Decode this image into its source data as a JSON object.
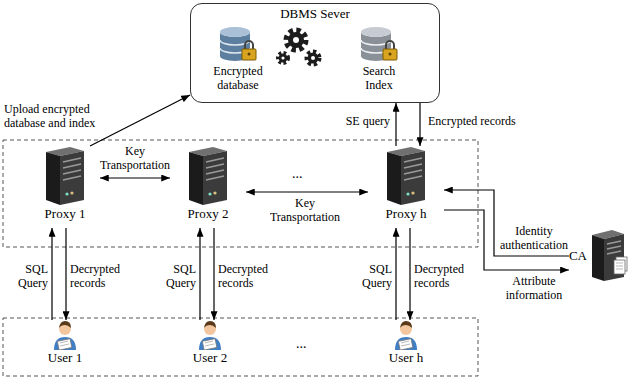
{
  "diagram": {
    "nodes": [
      {
        "text": [
          "DBMS Sever"
        ]
      },
      {
        "text": [
          "Encrypted database"
        ],
        "in": 0
      },
      {
        "text": [
          "Search Index"
        ],
        "in": 0
      },
      {
        "text": [
          "Proxy 1"
        ]
      },
      {
        "text": [
          "Proxy 2"
        ]
      },
      {
        "text": [
          "Proxy  h"
        ]
      },
      {
        "text": [
          "CA"
        ]
      },
      {
        "text": [
          "User 1"
        ]
      },
      {
        "text": [
          "User 2"
        ]
      },
      {
        "text": [
          "User h"
        ]
      }
    ],
    "edges": [
      {
        "from": 3,
        "to": 0,
        "label": "Upload encrypted database and index",
        "arrow": "to"
      },
      {
        "from": 3,
        "to": 4,
        "label": "Key Transportation",
        "arrow": "both"
      },
      {
        "from": 4,
        "to": 5,
        "label": "Key Transportation",
        "arrow": "both"
      },
      {
        "from": 5,
        "to": 0,
        "label": "SE query",
        "arrow": "to"
      },
      {
        "from": 0,
        "to": 5,
        "label": "Encrypted records",
        "arrow": "to"
      },
      {
        "from": 6,
        "to": 5,
        "label": "Identity authentication",
        "arrow": "to"
      },
      {
        "from": 5,
        "to": 6,
        "label": "Attribute information",
        "arrow": "to"
      },
      {
        "from": 7,
        "to": 3,
        "label": "SQL Query",
        "arrow": "to"
      },
      {
        "from": 3,
        "to": 7,
        "label": "Decrypted records",
        "arrow": "to"
      },
      {
        "from": 8,
        "to": 4,
        "label": "SQL Query",
        "arrow": "to"
      },
      {
        "from": 4,
        "to": 8,
        "label": "Decrypted records",
        "arrow": "to"
      },
      {
        "from": 9,
        "to": 5,
        "label": "SQL Query",
        "arrow": "to"
      },
      {
        "from": 5,
        "to": 9,
        "label": "Decrypted records",
        "arrow": "to"
      }
    ],
    "labels": [
      "...",
      "..."
    ]
  }
}
